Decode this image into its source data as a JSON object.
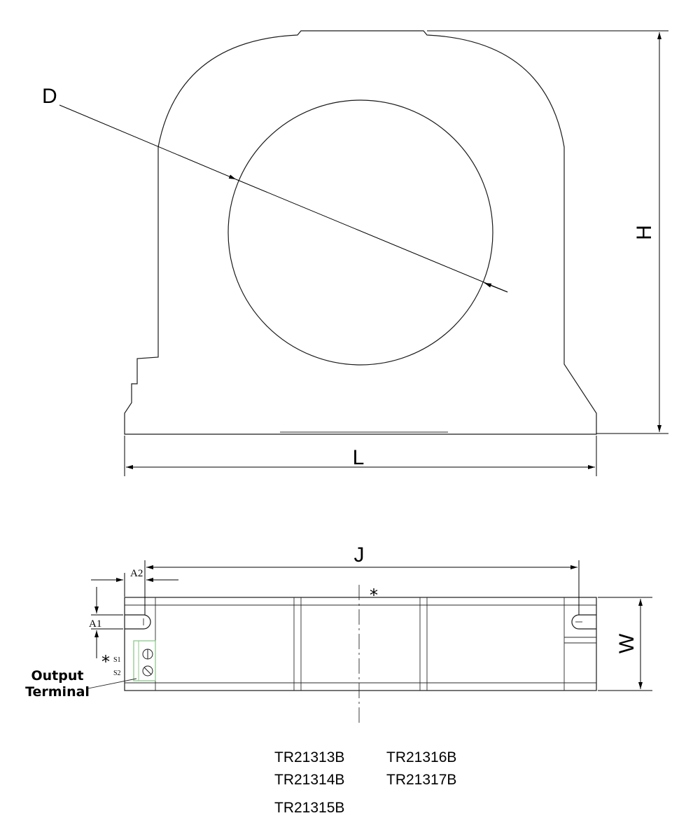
{
  "front_view": {
    "dim_d": "D",
    "dim_h": "H",
    "dim_l": "L"
  },
  "side_view": {
    "dim_j": "J",
    "dim_a1": "A1",
    "dim_a2": "A2",
    "dim_w": "W",
    "polarity_mark": "*",
    "terminal_polarity_mark": "*",
    "terminal_s1": "S1",
    "terminal_s2": "S2",
    "output_terminal_line1": "Output",
    "output_terminal_line2": "Terminal"
  },
  "models": [
    "TR21313B",
    "TR21316B",
    "TR21314B",
    "TR21317B",
    "TR21315B"
  ],
  "colors": {
    "line": "#1a1a1a",
    "terminal_block": "#8cc98c"
  }
}
